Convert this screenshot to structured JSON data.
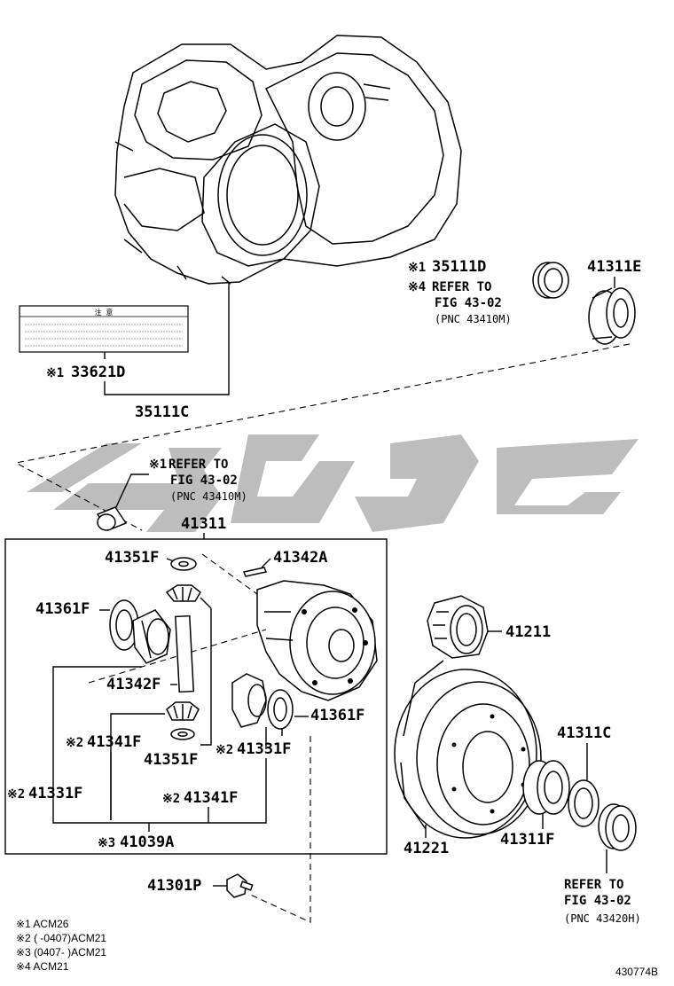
{
  "watermark": {
    "color": "#bdbdbd"
  },
  "labels": {
    "l_35111d": "35111D",
    "l_refer1_a": "REFER TO",
    "l_refer1_b": "FIG 43-02",
    "l_refer1_c": "(PNC 43410M)",
    "l_41311e": "41311E",
    "l_33621d": "33621D",
    "l_35111c": "35111C",
    "l_refer2_a": "REFER TO",
    "l_refer2_b": "FIG 43-02",
    "l_refer2_c": "(PNC 43410M)",
    "l_41311": "41311",
    "l_41351f_a": "41351F",
    "l_41342a": "41342A",
    "l_41361f_a": "41361F",
    "l_41211": "41211",
    "l_41342f": "41342F",
    "l_41361f_b": "41361F",
    "l_41311c": "41311C",
    "l_41341f_a": "41341F",
    "l_41351f_b": "41351F",
    "l_41331f_a": "41331F",
    "l_41331f_b": "41331F",
    "l_41341f_b": "41341F",
    "l_41221": "41221",
    "l_41311f": "41311F",
    "l_41039a": "41039A",
    "l_41301p": "41301P",
    "l_refer3_a": "REFER TO",
    "l_refer3_b": "FIG 43-02",
    "l_refer3_c": "(PNC 43420H)"
  },
  "marks": {
    "m1": "※1",
    "m2": "※2",
    "m3": "※3",
    "m4": "※4"
  },
  "legend": {
    "n1": "※1 ACM26",
    "n2": "※2 (        -0407)ACM21",
    "n3": "※3 (0407-        )ACM21",
    "n4": "※4 ACM21"
  },
  "figure_id": "430774B",
  "caution_label": {
    "title": "注 意"
  }
}
